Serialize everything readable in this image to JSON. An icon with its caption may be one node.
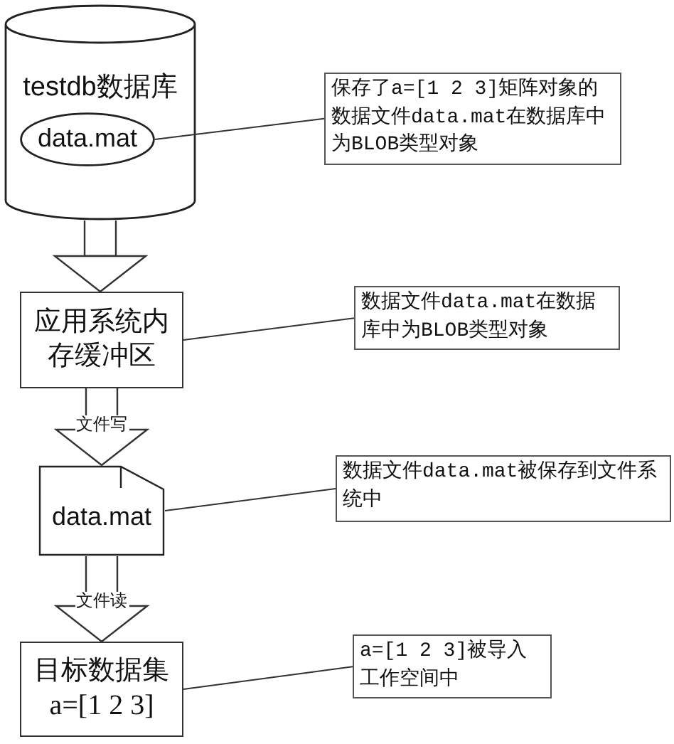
{
  "diagram": {
    "nodes": [
      {
        "text": [
          "testdb数据库"
        ]
      },
      {
        "text": [
          "data.mat"
        ],
        "in": 0
      },
      {
        "text": [
          "保存了a=[1 2 3]矩阵对象的数据文件data.mat在数据库中为BLOB类型对象"
        ]
      },
      {
        "text": [
          "应用系统内存缓冲区"
        ]
      },
      {
        "text": [
          "数据文件data.mat在数据库中为BLOB类型对象"
        ]
      },
      {
        "text": [
          "data.mat"
        ]
      },
      {
        "text": [
          "数据文件data.mat被保存到文件系统中"
        ]
      },
      {
        "text": [
          "目标数据集",
          "a=[1 2 3]"
        ]
      },
      {
        "text": [
          "a=[1 2 3]被导入工作空间中"
        ]
      }
    ],
    "edges": [
      {
        "from": 0,
        "to": 3,
        "arrow": "to"
      },
      {
        "from": 3,
        "to": 5,
        "arrow": "to",
        "label": "文件写"
      },
      {
        "from": 5,
        "to": 7,
        "arrow": "to",
        "label": "文件读"
      },
      {
        "from": 2,
        "to": 1,
        "arrow": "none"
      },
      {
        "from": 4,
        "to": 3,
        "arrow": "none"
      },
      {
        "from": 6,
        "to": 5,
        "arrow": "none"
      },
      {
        "from": 8,
        "to": 7,
        "arrow": "none"
      }
    ]
  }
}
